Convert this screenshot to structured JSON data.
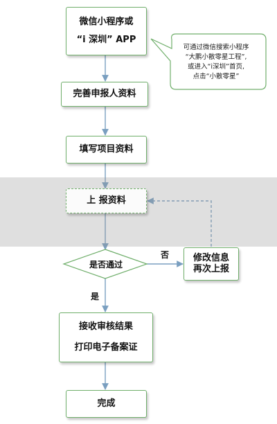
{
  "steps": {
    "start": {
      "line1": "微信小程序或",
      "line2": "“i 深圳” APP"
    },
    "step2": "完善申报人资料",
    "step3": "填写项目资料",
    "step4": "上 报资料",
    "step6_line1": "接收审核结果",
    "step6_line2": "打印电子备案证",
    "end": "完成"
  },
  "callout": {
    "line1": "可通过微信搜索小程序",
    "line2": "“大鹏小散零星工程”,",
    "line3": "或进入“i深圳”首页,",
    "line4": "点击“小散零星”"
  },
  "decision": {
    "question": "是否通过",
    "no_label": "否",
    "yes_label": "是"
  },
  "revise": {
    "line1": "修改信息",
    "line2": "再次上报"
  },
  "colors": {
    "border": "#6fae6a",
    "arrow": "#7a9fc0",
    "callout": "#6fae6a"
  }
}
